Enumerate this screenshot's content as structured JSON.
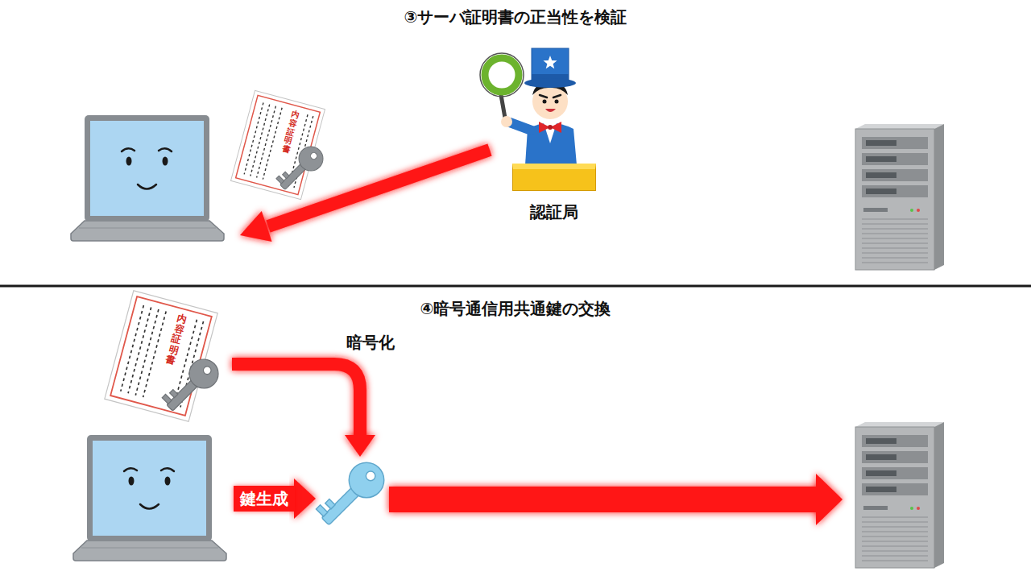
{
  "diagram": {
    "nodes": [
      {
        "text": [
          "認証局"
        ]
      },
      {
        "text": [
          "鍵生成"
        ]
      }
    ],
    "labels": [
      "③サーバ証明書の正当性を検証",
      "内容証明書",
      "④暗号通信用共通鍵の交換",
      "内容証明書",
      "暗号化"
    ]
  }
}
